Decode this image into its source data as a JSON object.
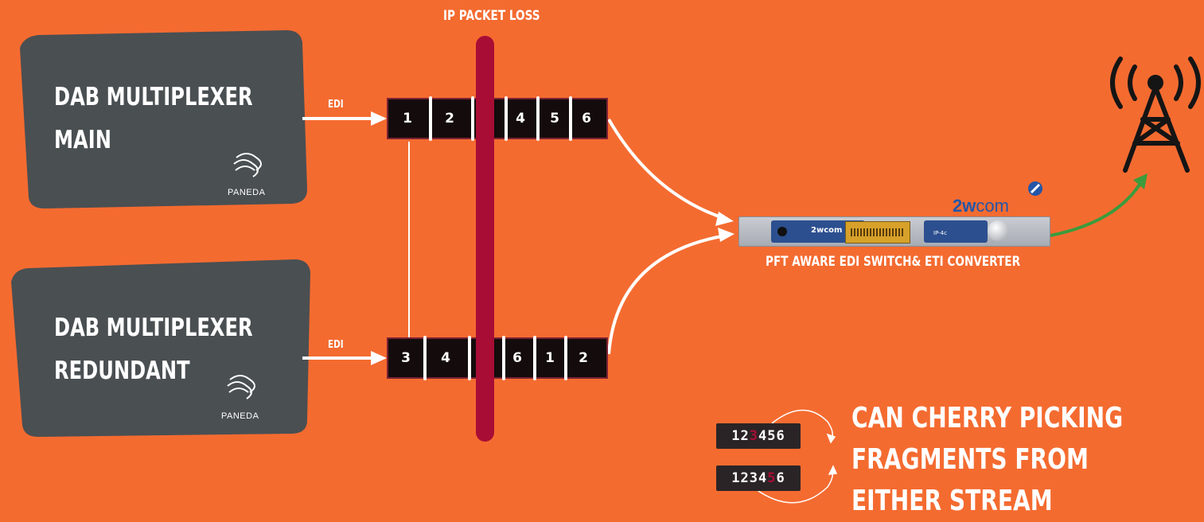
{
  "loss_title": "IP PACKET LOSS",
  "cards": [
    {
      "line1": "DAB MULTIPLEXER",
      "line2": "MAIN",
      "logo_text": "PANEDA"
    },
    {
      "line1": "DAB MULTIPLEXER",
      "line2": "REDUNDANT",
      "logo_text": "PANEDA"
    }
  ],
  "edi_label": "EDI",
  "main_packets": [
    "1",
    "2",
    "",
    "4",
    "5",
    "6"
  ],
  "redundant_packets": [
    "3",
    "4",
    "",
    "6",
    "1",
    "2"
  ],
  "device": {
    "caption": "PFT AWARE EDI SWITCH& ETI CONVERTER",
    "brand_bold": "2w",
    "brand_rest": "com",
    "panel_brand": "2wcom",
    "panel_model": "IP-4c"
  },
  "legend": {
    "strip1": {
      "before": "12",
      "lost": "3",
      "after": "456"
    },
    "strip2": {
      "before": "1234",
      "lost": "5",
      "after": "6"
    },
    "text": [
      "CAN CHERRY PICKING",
      "FRAGMENTS FROM",
      "EITHER STREAM"
    ]
  },
  "colors": {
    "background": "#f46b30",
    "card": "#4a4f52",
    "loss_bar": "#a80d35",
    "packet_strip": "#140c0c",
    "output_arrow": "#3c9b3c",
    "brand_blue": "#2456a8"
  },
  "icons": [
    "paneda-logo-icon",
    "radio-tower-icon",
    "2wcom-brand-icon"
  ]
}
